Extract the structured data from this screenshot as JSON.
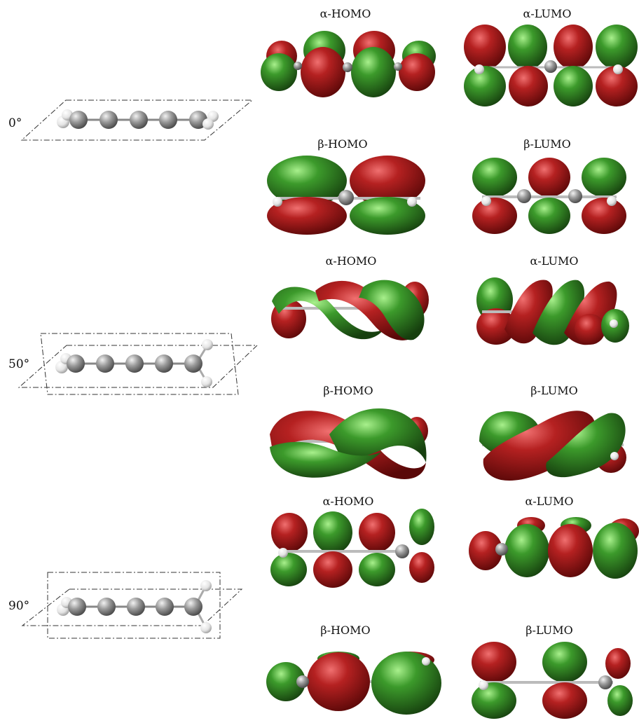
{
  "rows": [
    {
      "angle": "0°",
      "panels": [
        {
          "label": "α-HOMO",
          "kind": "alpha-homo-planar"
        },
        {
          "label": "α-LUMO",
          "kind": "alpha-lumo-planar"
        },
        {
          "label": "β-HOMO",
          "kind": "beta-homo-planar"
        },
        {
          "label": "β-LUMO",
          "kind": "beta-lumo-planar"
        }
      ]
    },
    {
      "angle": "50°",
      "panels": [
        {
          "label": "α-HOMO",
          "kind": "alpha-homo-helical"
        },
        {
          "label": "α-LUMO",
          "kind": "alpha-lumo-helical"
        },
        {
          "label": "β-HOMO",
          "kind": "beta-homo-helical"
        },
        {
          "label": "β-LUMO",
          "kind": "beta-lumo-helical"
        }
      ]
    },
    {
      "angle": "90°",
      "panels": [
        {
          "label": "α-HOMO",
          "kind": "alpha-homo-perp"
        },
        {
          "label": "α-LUMO",
          "kind": "alpha-lumo-perp"
        },
        {
          "label": "β-HOMO",
          "kind": "beta-homo-perp"
        },
        {
          "label": "β-LUMO",
          "kind": "beta-lumo-perp"
        }
      ]
    }
  ],
  "colors": {
    "positive_lobe": "#a01a1a",
    "negative_lobe": "#2f8a23",
    "carbon_atom": "#8e8e8e",
    "hydrogen_atom": "#ececec",
    "frame_line": "#333333"
  },
  "molecule": "cumulene"
}
